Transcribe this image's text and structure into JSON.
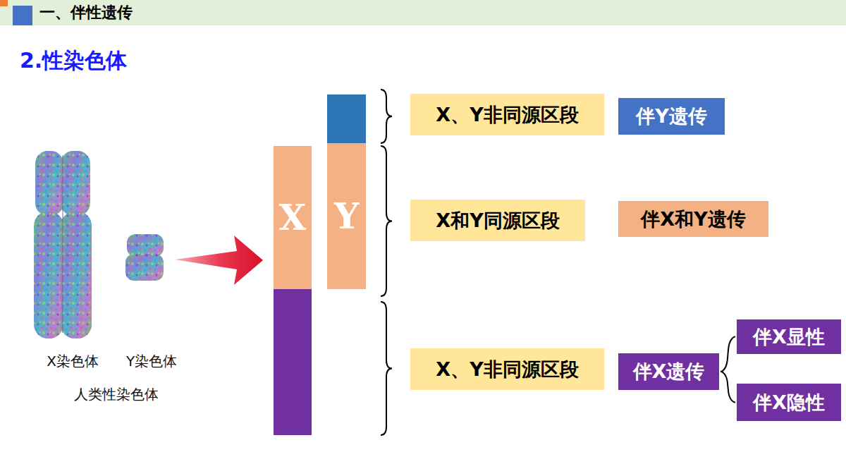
{
  "diagram": {
    "title": "2.性染色体",
    "nodes": [
      {
        "text": [
          "一、伴性遗传"
        ]
      },
      {
        "text": [
          "X"
        ]
      },
      {
        "text": [
          "Y"
        ]
      },
      {
        "text": [
          "X、Y非同源区段"
        ]
      },
      {
        "text": [
          "伴Y遗传"
        ]
      },
      {
        "text": [
          "X和Y同源区段"
        ]
      },
      {
        "text": [
          "伴X和Y遗传"
        ]
      },
      {
        "text": [
          "X、Y非同源区段"
        ]
      },
      {
        "text": [
          "伴X遗传"
        ]
      },
      {
        "text": [
          "伴X显性"
        ]
      },
      {
        "text": [
          "伴X隐性"
        ]
      }
    ],
    "edges": [
      {
        "from": 8,
        "to": 9,
        "arrow": "none"
      },
      {
        "from": 8,
        "to": 10,
        "arrow": "none"
      }
    ],
    "labels": [
      "X染色体",
      "Y染色体",
      "人类性染色体"
    ]
  }
}
